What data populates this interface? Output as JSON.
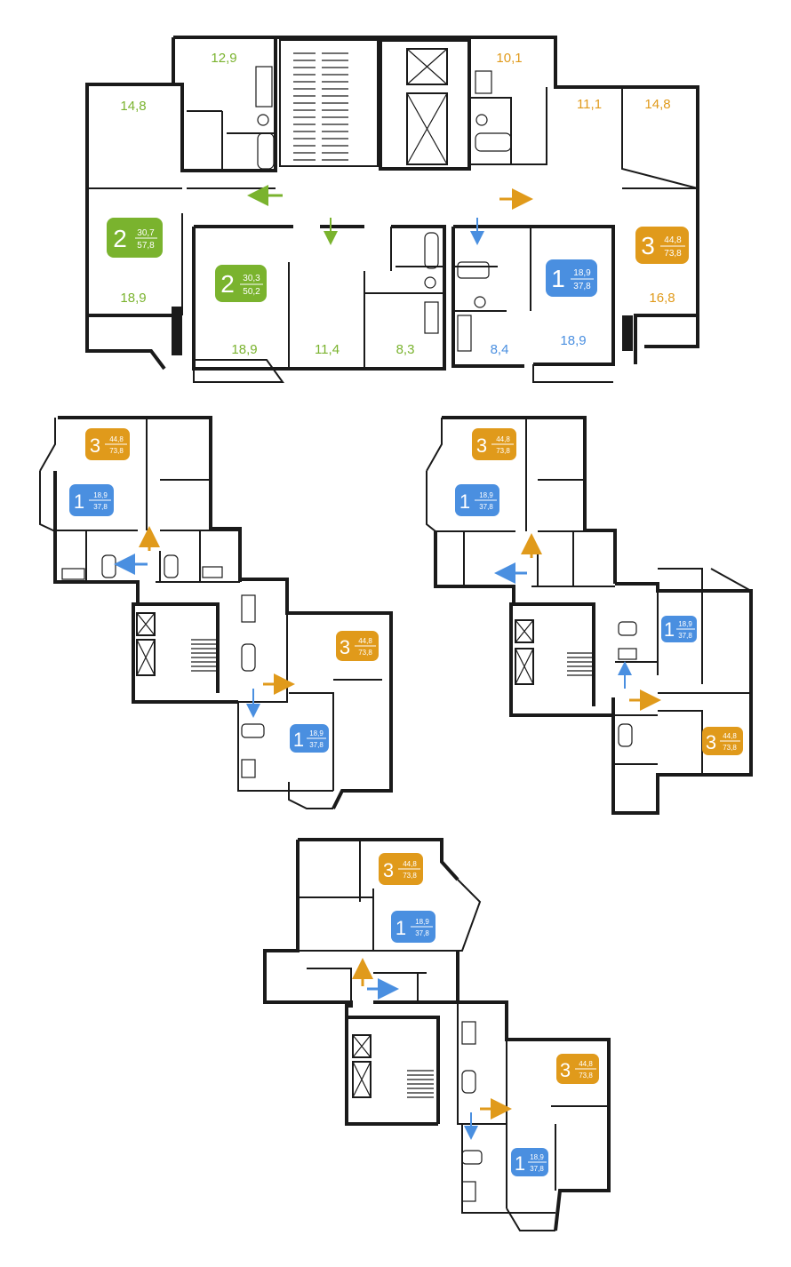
{
  "colors": {
    "two_room": "#7ab32e",
    "three_room": "#e09a1b",
    "one_room": "#4a8fe0",
    "wall": "#1a1a1a"
  },
  "plan_main": {
    "rooms": [
      {
        "id": "r1",
        "label": "12,9",
        "apt": "two_room"
      },
      {
        "id": "r2",
        "label": "14,8",
        "apt": "two_room"
      },
      {
        "id": "r3",
        "label": "18,9",
        "apt": "two_room"
      },
      {
        "id": "r4",
        "label": "18,9",
        "apt": "two_room"
      },
      {
        "id": "r5",
        "label": "11,4",
        "apt": "two_room"
      },
      {
        "id": "r6",
        "label": "8,3",
        "apt": "two_room"
      },
      {
        "id": "r7",
        "label": "10,1",
        "apt": "three_room"
      },
      {
        "id": "r8",
        "label": "11,1",
        "apt": "three_room"
      },
      {
        "id": "r9",
        "label": "14,8",
        "apt": "three_room"
      },
      {
        "id": "r10",
        "label": "16,8",
        "apt": "three_room"
      },
      {
        "id": "r11",
        "label": "8,4",
        "apt": "one_room"
      },
      {
        "id": "r12",
        "label": "18,9",
        "apt": "one_room"
      }
    ],
    "badges": [
      {
        "id": "b1",
        "rooms": "2",
        "living": "30,7",
        "total": "57,8",
        "apt": "two_room"
      },
      {
        "id": "b2",
        "rooms": "2",
        "living": "30,3",
        "total": "50,2",
        "apt": "two_room"
      },
      {
        "id": "b3",
        "rooms": "1",
        "living": "18,9",
        "total": "37,8",
        "apt": "one_room"
      },
      {
        "id": "b4",
        "rooms": "3",
        "living": "44,8",
        "total": "73,8",
        "apt": "three_room"
      }
    ]
  },
  "plan_left": {
    "badges": [
      {
        "id": "b1",
        "rooms": "3",
        "living": "44,8",
        "total": "73,8",
        "apt": "three_room"
      },
      {
        "id": "b2",
        "rooms": "1",
        "living": "18,9",
        "total": "37,8",
        "apt": "one_room"
      },
      {
        "id": "b3",
        "rooms": "3",
        "living": "44,8",
        "total": "73,8",
        "apt": "three_room"
      },
      {
        "id": "b4",
        "rooms": "1",
        "living": "18,9",
        "total": "37,8",
        "apt": "one_room"
      }
    ]
  },
  "plan_right": {
    "badges": [
      {
        "id": "b1",
        "rooms": "3",
        "living": "44,8",
        "total": "73,8",
        "apt": "three_room"
      },
      {
        "id": "b2",
        "rooms": "1",
        "living": "18,9",
        "total": "37,8",
        "apt": "one_room"
      },
      {
        "id": "b3",
        "rooms": "1",
        "living": "18,9",
        "total": "37,8",
        "apt": "one_room"
      },
      {
        "id": "b4",
        "rooms": "3",
        "living": "44,8",
        "total": "73,8",
        "apt": "three_room"
      }
    ]
  },
  "plan_bottom": {
    "badges": [
      {
        "id": "b1",
        "rooms": "3",
        "living": "44,8",
        "total": "73,8",
        "apt": "three_room"
      },
      {
        "id": "b2",
        "rooms": "1",
        "living": "18,9",
        "total": "37,8",
        "apt": "one_room"
      },
      {
        "id": "b3",
        "rooms": "3",
        "living": "44,8",
        "total": "73,8",
        "apt": "three_room"
      },
      {
        "id": "b4",
        "rooms": "1",
        "living": "18,9",
        "total": "37,8",
        "apt": "one_room"
      }
    ]
  }
}
